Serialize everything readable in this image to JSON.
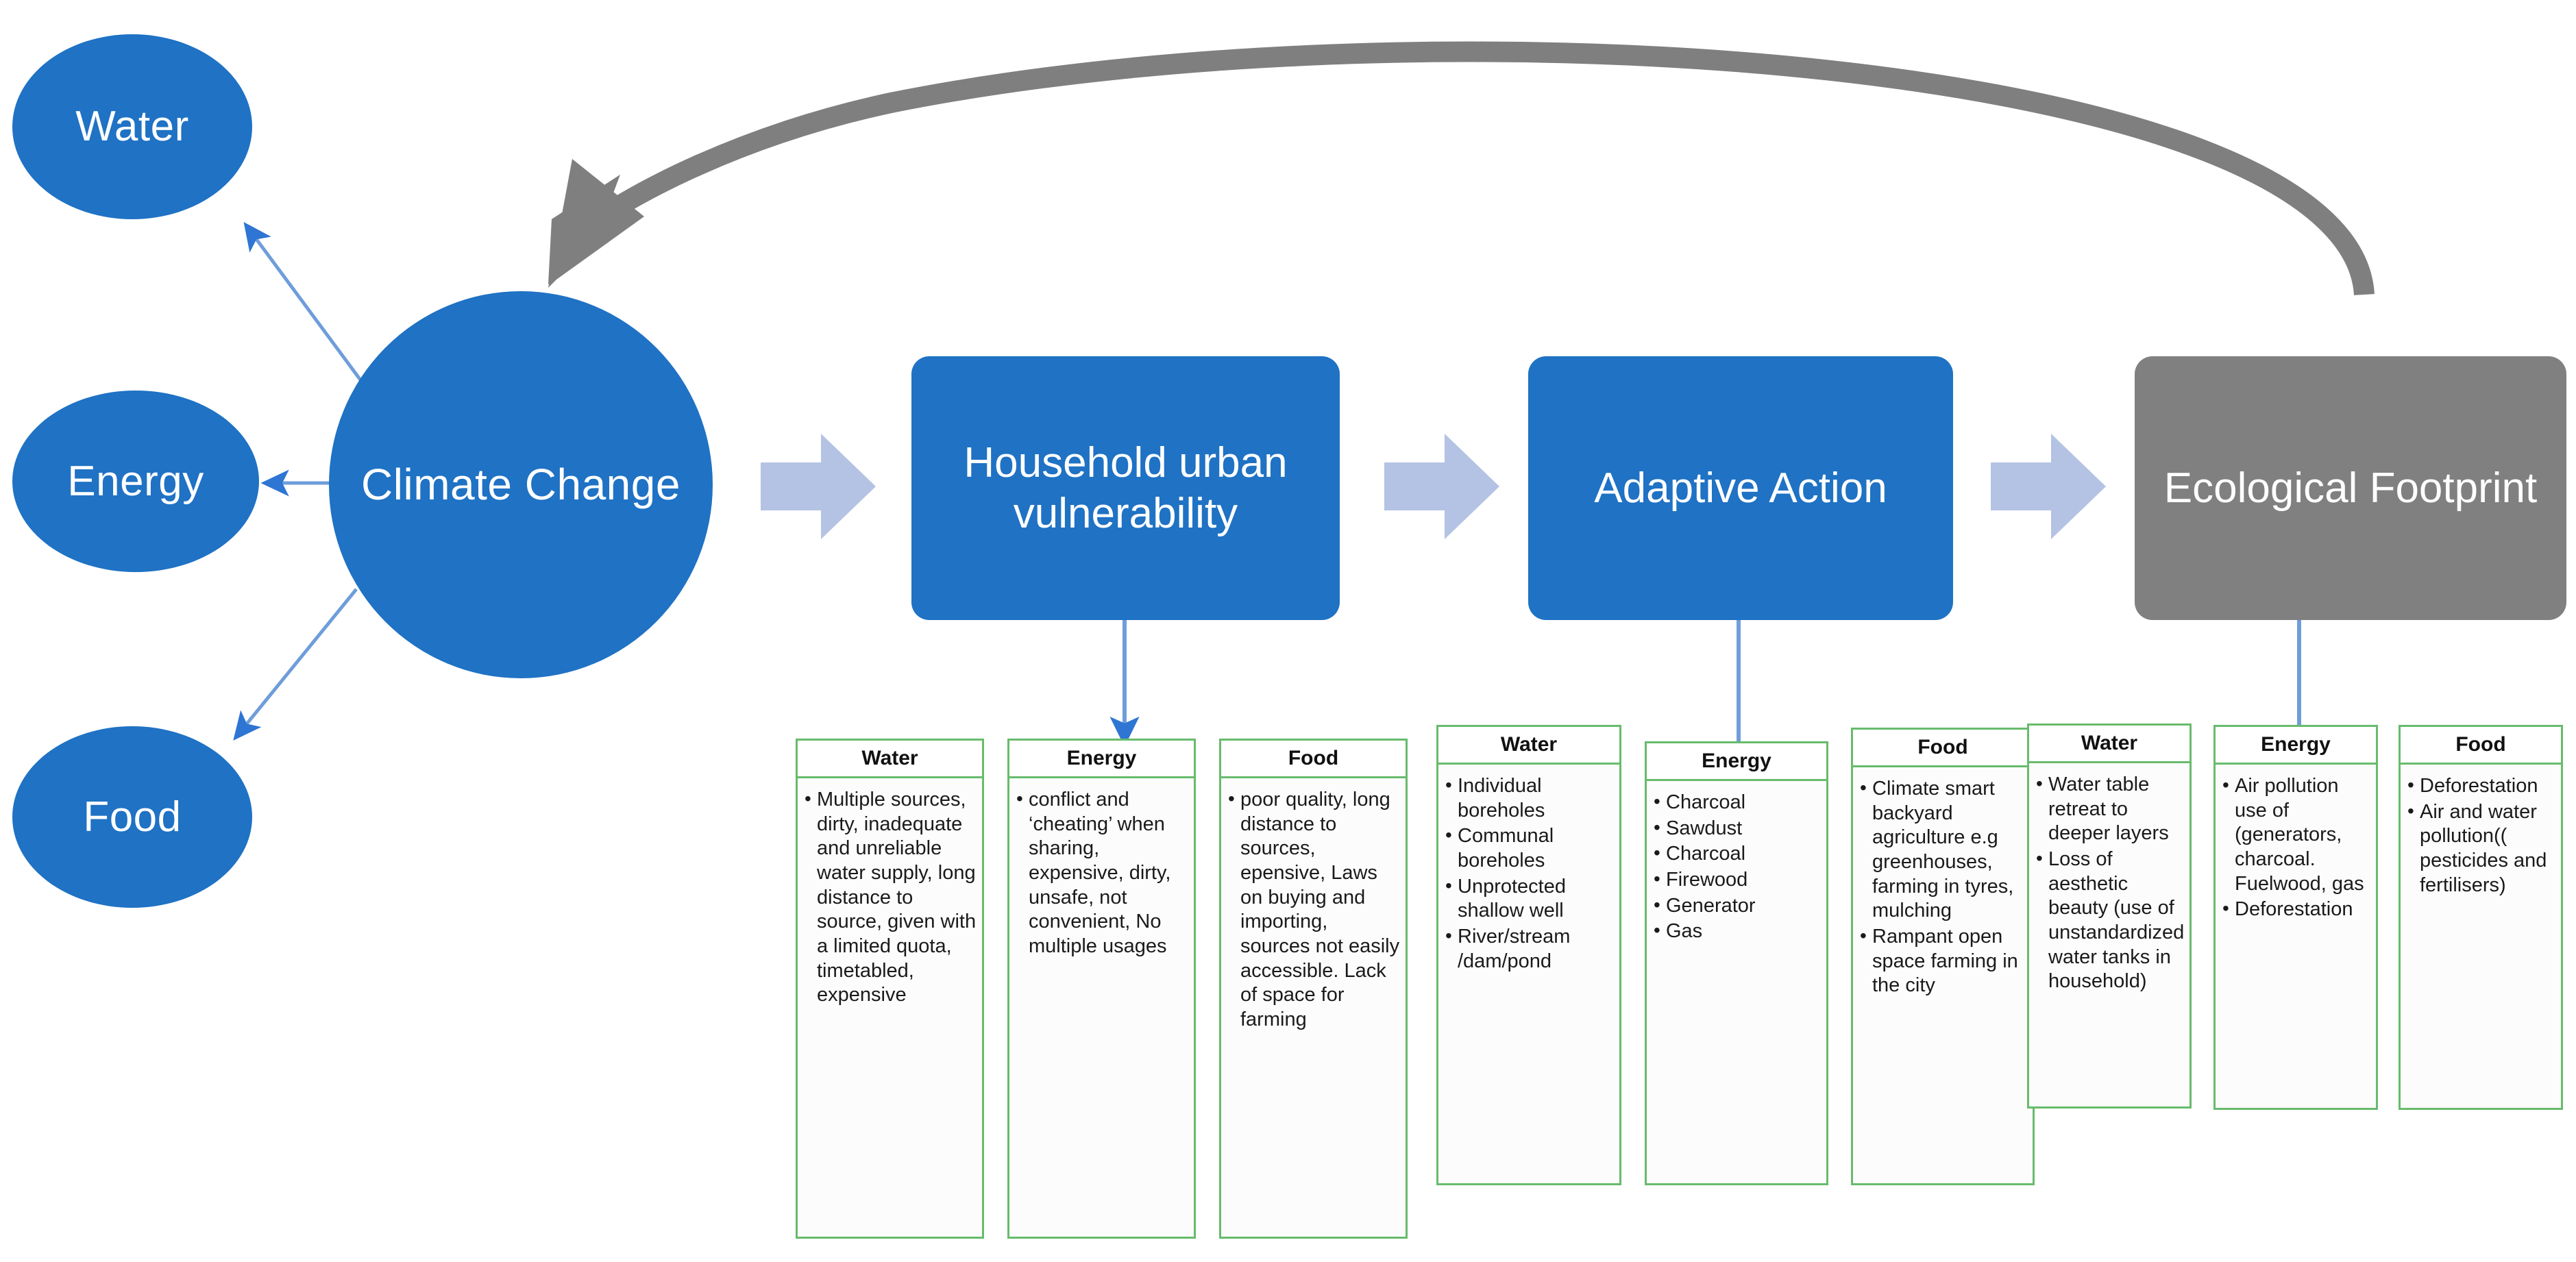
{
  "colors": {
    "primary_blue": "#1f72c4",
    "gray_box": "#808080",
    "chevron_blue": "#b4c3e3",
    "card_green": "#68bb6c",
    "feedback_arrow_gray": "#7f7f7f",
    "connector_blue": "#2e75d4"
  },
  "nexus_nodes": [
    {
      "label": "Water"
    },
    {
      "label": "Energy"
    },
    {
      "label": "Food"
    }
  ],
  "process": {
    "hub": {
      "label": "Climate Change"
    },
    "stages": [
      {
        "label": "Household urban vulnerability",
        "style": "blue"
      },
      {
        "label": "Adaptive Action",
        "style": "blue"
      },
      {
        "label": "Ecological Footprint",
        "style": "gray"
      }
    ]
  },
  "groups": [
    {
      "group": "household-urban-vulnerability",
      "cards": [
        {
          "title": "Water",
          "items": [
            "Multiple sources, dirty, inadequate and unreliable water supply, long distance to source, given with a limited quota, timetabled, expensive"
          ]
        },
        {
          "title": "Energy",
          "items": [
            "conflict and ‘cheating’ when sharing, expensive, dirty, unsafe, not convenient, No multiple usages"
          ]
        },
        {
          "title": "Food",
          "items": [
            "poor quality, long distance to sources, epensive, Laws on buying and importing, sources not easily accessible. Lack of space for farming"
          ]
        }
      ]
    },
    {
      "group": "adaptive-action",
      "cards": [
        {
          "title": "Water",
          "items": [
            "Individual boreholes",
            "Communal boreholes",
            "Unprotected shallow well",
            "River/stream /dam/pond"
          ]
        },
        {
          "title": "Energy",
          "items": [
            "Charcoal",
            "Sawdust",
            "Charcoal",
            "Firewood",
            "Generator",
            "Gas"
          ]
        },
        {
          "title": "Food",
          "items": [
            "Climate smart backyard agriculture e.g greenhouses, farming in tyres, mulching",
            "Rampant open space farming in the city"
          ]
        }
      ]
    },
    {
      "group": "ecological-footprint",
      "cards": [
        {
          "title": "Water",
          "items": [
            "Water table retreat to deeper layers",
            "Loss of aesthetic beauty (use of unstandardized water tanks in household)"
          ]
        },
        {
          "title": "Energy",
          "items": [
            "Air pollution use of (generators, charcoal. Fuelwood, gas",
            "Deforestation"
          ]
        },
        {
          "title": "Food",
          "items": [
            "Deforestation",
            "Air and water pollution(( pesticides and fertilisers)"
          ]
        }
      ]
    }
  ]
}
